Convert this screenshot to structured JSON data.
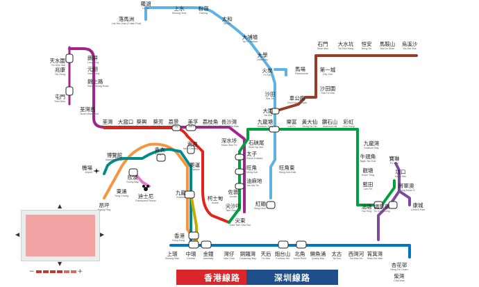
{
  "colors": {
    "tsuen_wan": "#e2231a",
    "kwun_tong": "#00a040",
    "island": "#0075c2",
    "tseung_kwan_o": "#7d499d",
    "tung_chung": "#f7943e",
    "east_rail": "#5eb3e4",
    "west_rail": "#a3238e",
    "ma_on_shan": "#9a3b26",
    "south_island": "#c8a900",
    "disney": "#e777cb",
    "airport": "#008b8b"
  },
  "stations": {
    "lo_wu": {
      "zh": "羅湖",
      "en": "Lo Wu"
    },
    "lok_ma_chau": {
      "zh": "落馬洲",
      "en": "Lok Ma Chau (Futian Port)"
    },
    "sheung_shui": {
      "zh": "上水",
      "en": "Sheung Shui"
    },
    "fanling": {
      "zh": "粉嶺",
      "en": "Fanling"
    },
    "tai_wo": {
      "zh": "太和",
      "en": "Tai Wo"
    },
    "tai_po_market": {
      "zh": "大埔墟",
      "en": "Tai Po Market"
    },
    "university": {
      "zh": "大學",
      "en": "University"
    },
    "fo_tan": {
      "zh": "火炭",
      "en": "Fo Tan"
    },
    "racecourse": {
      "zh": "馬場",
      "en": "Racecourse"
    },
    "sha_tin": {
      "zh": "沙田",
      "en": "Sha Tin"
    },
    "tai_wai": {
      "zh": "大圍",
      "en": "Tai Wai"
    },
    "che_kung_temple": {
      "zh": "車公廟",
      "en": "Che Kung Temple"
    },
    "sha_tin_wai": {
      "zh": "沙田圍",
      "en": "Sha Tin Wai"
    },
    "city_one": {
      "zh": "第一城",
      "en": "City One"
    },
    "shek_mun": {
      "zh": "石門",
      "en": "Shek Mun"
    },
    "tai_shui_hang": {
      "zh": "大水坑",
      "en": "Tai Shui Hang"
    },
    "heng_on": {
      "zh": "恒安",
      "en": "Heng On"
    },
    "ma_on_shan": {
      "zh": "馬鞍山",
      "en": "Ma On Shan"
    },
    "wu_kai_sha": {
      "zh": "烏溪沙",
      "en": "Wu Kai Sha"
    },
    "tin_shui_wai": {
      "zh": "天水圍",
      "en": "Tin Shui Wai"
    },
    "siu_hong": {
      "zh": "兆康",
      "en": "Siu Hong"
    },
    "long_ping": {
      "zh": "朗屏",
      "en": "Long Ping"
    },
    "yuen_long": {
      "zh": "元朗",
      "en": "Yuen Long"
    },
    "kam_sheung_road": {
      "zh": "錦上路",
      "en": "Kam Sheung Road"
    },
    "tuen_mun": {
      "zh": "屯門",
      "en": "Tuen Mun"
    },
    "tsuen_wan_west": {
      "zh": "荃灣西",
      "en": "Tsuen Wan West"
    },
    "tsuen_wan": {
      "zh": "荃灣",
      "en": "Tsuen Wan"
    },
    "tai_wo_hau": {
      "zh": "大窩口",
      "en": "Tai Wo Hau"
    },
    "kwai_hing": {
      "zh": "葵興",
      "en": "Kwai Hing"
    },
    "kwai_fong": {
      "zh": "葵芳",
      "en": "Kwai Fong"
    },
    "lai_king": {
      "zh": "荔景",
      "en": "Lai King"
    },
    "mei_foo": {
      "zh": "美孚",
      "en": "Mei Foo"
    },
    "lai_chi_kok": {
      "zh": "荔枝角",
      "en": "Lai Chi Kok"
    },
    "cheung_sha_wan": {
      "zh": "長沙灣",
      "en": "Cheung Sha Wan"
    },
    "sham_shui_po": {
      "zh": "深水埗",
      "en": "Sham Shui Po"
    },
    "nam_cheong": {
      "zh": "南昌",
      "en": "Nam Cheong"
    },
    "kowloon_tong": {
      "zh": "九龍塘",
      "en": "Kowloon Tong"
    },
    "lok_fu": {
      "zh": "樂富",
      "en": "Lok Fu"
    },
    "wong_tai_sin": {
      "zh": "黃大仙",
      "en": "Wong Tai Sin"
    },
    "diamond_hill": {
      "zh": "鑽石山",
      "en": "Diamond Hill"
    },
    "choi_hung": {
      "zh": "彩虹",
      "en": "Choi Hung"
    },
    "shek_kip_mei": {
      "zh": "石硤尾",
      "en": "Shek Kip Mei"
    },
    "prince_edward": {
      "zh": "太子",
      "en": "Prince Edward"
    },
    "mong_kok": {
      "zh": "旺角",
      "en": "Mong Kok"
    },
    "yau_ma_tei": {
      "zh": "油麻地",
      "en": "Yau Ma Tei"
    },
    "jordan": {
      "zh": "佐敦",
      "en": "Jordan"
    },
    "tsim_sha_tsui": {
      "zh": "尖沙咀",
      "en": "Tsim Sha Tsui"
    },
    "austin": {
      "zh": "柯士甸",
      "en": "Austin"
    },
    "east_tst": {
      "zh": "尖東",
      "en": "East Tsim Sha Tsui"
    },
    "mong_kok_east": {
      "zh": "旺角東",
      "en": "Mong Kok East"
    },
    "hung_hom": {
      "zh": "紅磡",
      "en": "Hung Hom"
    },
    "tsing_yi": {
      "zh": "青衣",
      "en": "Tsing Yi"
    },
    "olympic": {
      "zh": "奧運",
      "en": "Olympic"
    },
    "kowloon": {
      "zh": "九龍",
      "en": "Kowloon"
    },
    "airport": {
      "zh": "機場",
      "en": "Airport"
    },
    "asiaworld_expo": {
      "zh": "博覽館",
      "en": "AsiaWorld-Expo"
    },
    "sunny_bay": {
      "zh": "欣澳",
      "en": "Sunny Bay"
    },
    "disneyland": {
      "zh": "迪士尼",
      "en": "Disneyland Resort"
    },
    "tung_chung": {
      "zh": "東涌",
      "en": "Tung Chung"
    },
    "ngong_ping": {
      "zh": "昂坪",
      "en": "Ngong Ping"
    },
    "hong_kong": {
      "zh": "香港",
      "en": "Hong Kong"
    },
    "sheung_wan": {
      "zh": "上環",
      "en": "Sheung Wan"
    },
    "central": {
      "zh": "中環",
      "en": "Central"
    },
    "admiralty": {
      "zh": "金鐘",
      "en": "Admiralty"
    },
    "wan_chai": {
      "zh": "灣仔",
      "en": "Wan Chai"
    },
    "causeway_bay": {
      "zh": "銅鑼灣",
      "en": "Causeway Bay"
    },
    "tin_hau": {
      "zh": "天后",
      "en": "Tin Hau"
    },
    "fortress_hill": {
      "zh": "炮台山",
      "en": "Fortress Hill"
    },
    "north_point": {
      "zh": "北角",
      "en": "North Point"
    },
    "quarry_bay": {
      "zh": "鰂魚涌",
      "en": "Quarry Bay"
    },
    "tai_koo": {
      "zh": "太古",
      "en": "Tai Koo"
    },
    "sai_wan_ho": {
      "zh": "西灣河",
      "en": "Sai Wan Ho"
    },
    "shau_kei_wan": {
      "zh": "筲箕灣",
      "en": "Shau Kei Wan"
    },
    "heng_fa_chuen": {
      "zh": "杏花邨",
      "en": "Heng Fa Chuen"
    },
    "chai_wan": {
      "zh": "柴灣",
      "en": "Chai Wan"
    },
    "kowloon_bay": {
      "zh": "九龍灣",
      "en": "Kowloon Bay"
    },
    "ngau_tau_kok": {
      "zh": "牛頭角",
      "en": "Ngau Tau Kok"
    },
    "kwun_tong": {
      "zh": "觀塘",
      "en": "Kwun Tong"
    },
    "lam_tin": {
      "zh": "藍田",
      "en": "Lam Tin"
    },
    "yau_tong": {
      "zh": "油塘",
      "en": "Yau Tong"
    },
    "tiu_keng_leng": {
      "zh": "調景嶺",
      "en": "Tiu Keng Leng"
    },
    "tseung_kwan_o": {
      "zh": "將軍澳",
      "en": "Tseung Kwan O"
    },
    "hang_hau": {
      "zh": "坑口",
      "en": "Hang Hau"
    },
    "po_lam": {
      "zh": "寶琳",
      "en": "Po Lam"
    },
    "lohas_park": {
      "zh": "康城",
      "en": "LOHAS Park"
    }
  },
  "tabs": {
    "hong_kong": "香港線路",
    "shenzhen": "深圳線路"
  },
  "zoom": {
    "minus": "−",
    "plus": "+",
    "level": 4,
    "steps": 6
  }
}
